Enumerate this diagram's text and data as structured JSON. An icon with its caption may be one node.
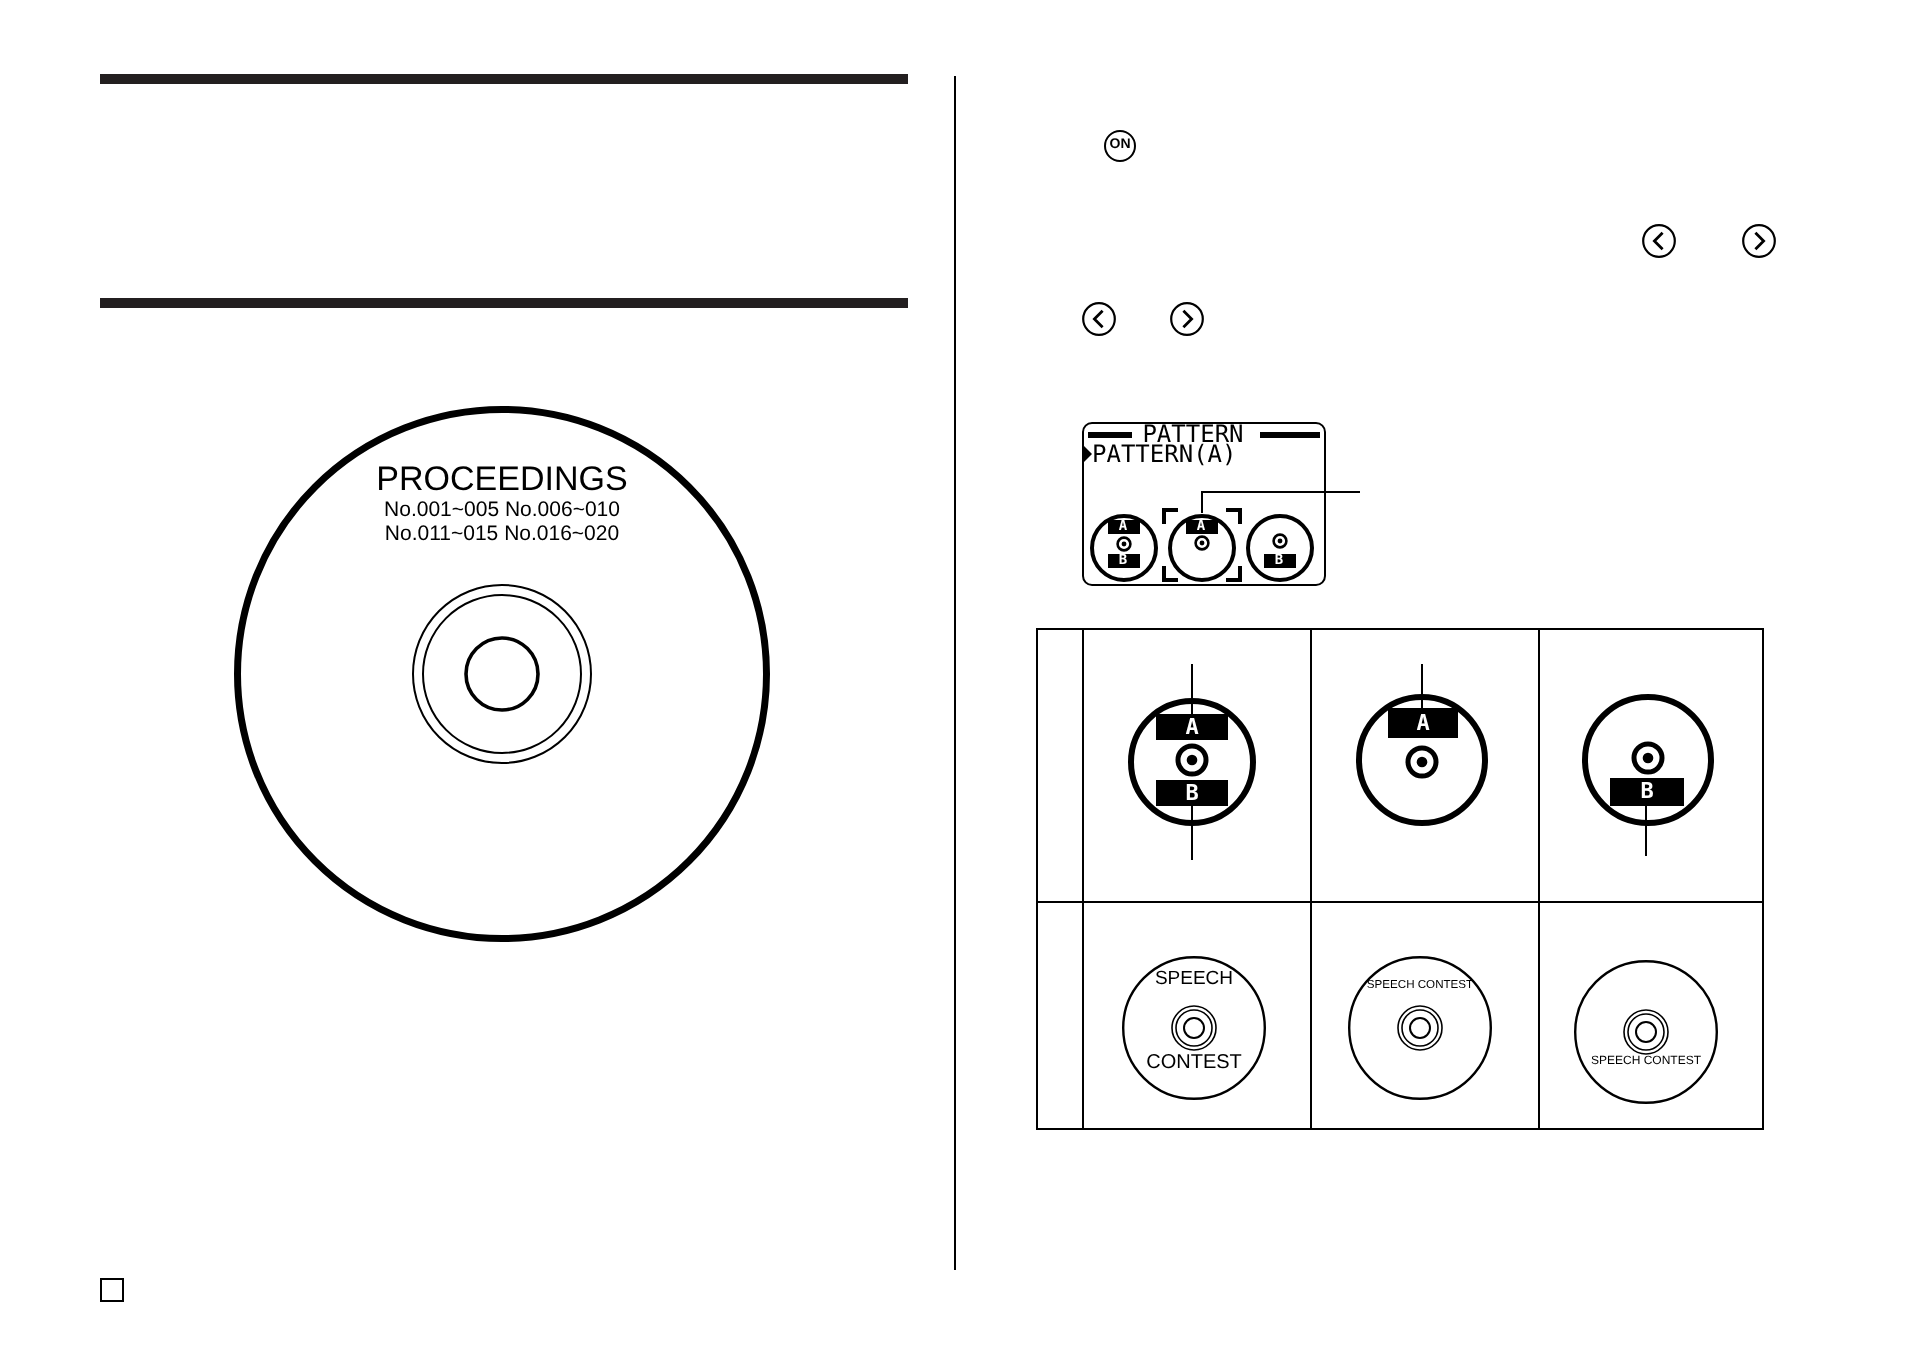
{
  "diagram": {
    "nodes": [
      {
        "text": [
          "PROCEEDINGS",
          "No.001~005 No.006~010 No.011~015 No.016~020"
        ]
      },
      {
        "text": [
          "PATTERN",
          "PATTERN(A)"
        ]
      },
      {
        "text": [],
        "shape": "circle",
        "in": 1
      },
      {
        "text": [
          "A"
        ],
        "in": 2
      },
      {
        "text": [
          "B"
        ],
        "in": 2
      },
      {
        "text": [],
        "shape": "circle",
        "in": 1
      },
      {
        "text": [
          "A"
        ],
        "in": 5
      },
      {
        "text": [],
        "shape": "circle",
        "in": 1
      },
      {
        "text": [
          "B"
        ],
        "in": 7
      },
      {
        "text": [],
        "shape": "circle"
      },
      {
        "text": [
          "A"
        ],
        "in": 9
      },
      {
        "text": [
          "B"
        ],
        "in": 9
      },
      {
        "text": [],
        "shape": "circle"
      },
      {
        "text": [
          "A"
        ],
        "in": 12
      },
      {
        "text": [],
        "shape": "circle"
      },
      {
        "text": [
          "B"
        ],
        "in": 14
      },
      {
        "text": [
          "SPEECH",
          "CONTEST"
        ]
      },
      {
        "text": [
          "SPEECH CONTEST"
        ]
      },
      {
        "text": [
          "SPEECH CONTEST"
        ]
      }
    ],
    "edges": [
      {
        "from": null,
        "to": 5,
        "arrow": "none"
      },
      {
        "from": null,
        "to": 10,
        "arrow": "none"
      },
      {
        "from": null,
        "to": 11,
        "arrow": "none"
      },
      {
        "from": null,
        "to": 13,
        "arrow": "none"
      },
      {
        "from": null,
        "to": 15,
        "arrow": "none"
      }
    ],
    "labels": [
      "ON"
    ]
  }
}
